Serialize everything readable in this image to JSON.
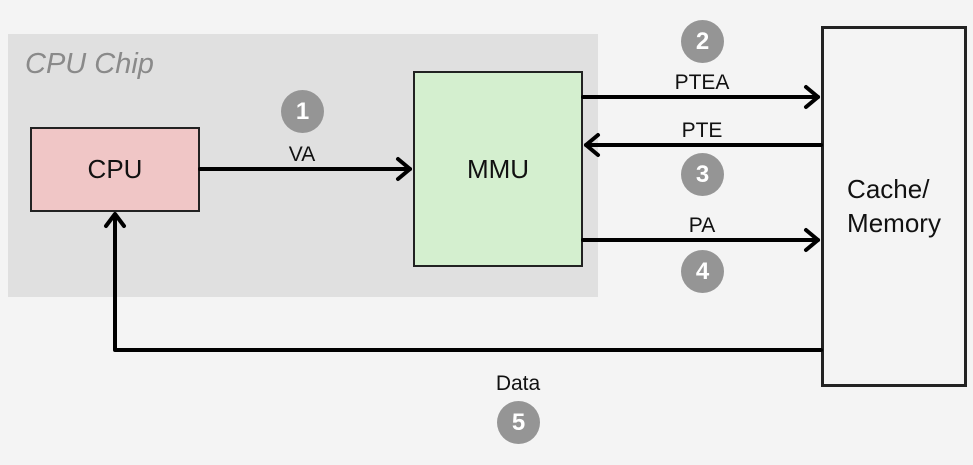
{
  "diagram": {
    "chip_label": "CPU Chip",
    "components": {
      "cpu": "CPU",
      "mmu": "MMU",
      "memory": "Cache/\nMemory"
    },
    "signals": [
      {
        "step": "1",
        "label": "VA",
        "from": "CPU",
        "to": "MMU"
      },
      {
        "step": "2",
        "label": "PTEA",
        "from": "MMU",
        "to": "Cache/Memory"
      },
      {
        "step": "3",
        "label": "PTE",
        "from": "Cache/Memory",
        "to": "MMU"
      },
      {
        "step": "4",
        "label": "PA",
        "from": "MMU",
        "to": "Cache/Memory"
      },
      {
        "step": "5",
        "label": "Data",
        "from": "Cache/Memory",
        "to": "CPU"
      }
    ],
    "colors": {
      "chip_bg": "#e0e0e0",
      "cpu_fill": "#f0c6c6",
      "mmu_fill": "#d4efcf",
      "step_badge": "#959595"
    }
  }
}
